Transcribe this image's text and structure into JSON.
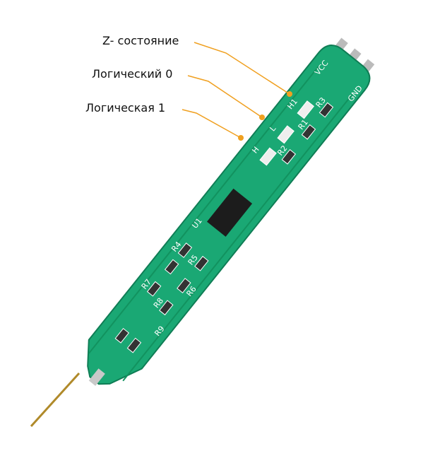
{
  "annotations": [
    {
      "label": "Z- состояние",
      "target": "H1"
    },
    {
      "label": "Логический 0",
      "target": "L"
    },
    {
      "label": "Логическая 1",
      "target": "H"
    }
  ],
  "silkscreen": {
    "vcc": "VCC",
    "gnd": "GND",
    "h1": "H1",
    "l": "L",
    "h": "H",
    "u1": "U1",
    "r1": "R1",
    "r2": "R2",
    "r3": "R3",
    "r4": "R4",
    "r5": "R5",
    "r6": "R6",
    "r7": "R7",
    "r8": "R8",
    "r9": "R9"
  },
  "colors": {
    "board": "#1aa874",
    "callout": "#f0a020",
    "silk": "#ffffff"
  }
}
